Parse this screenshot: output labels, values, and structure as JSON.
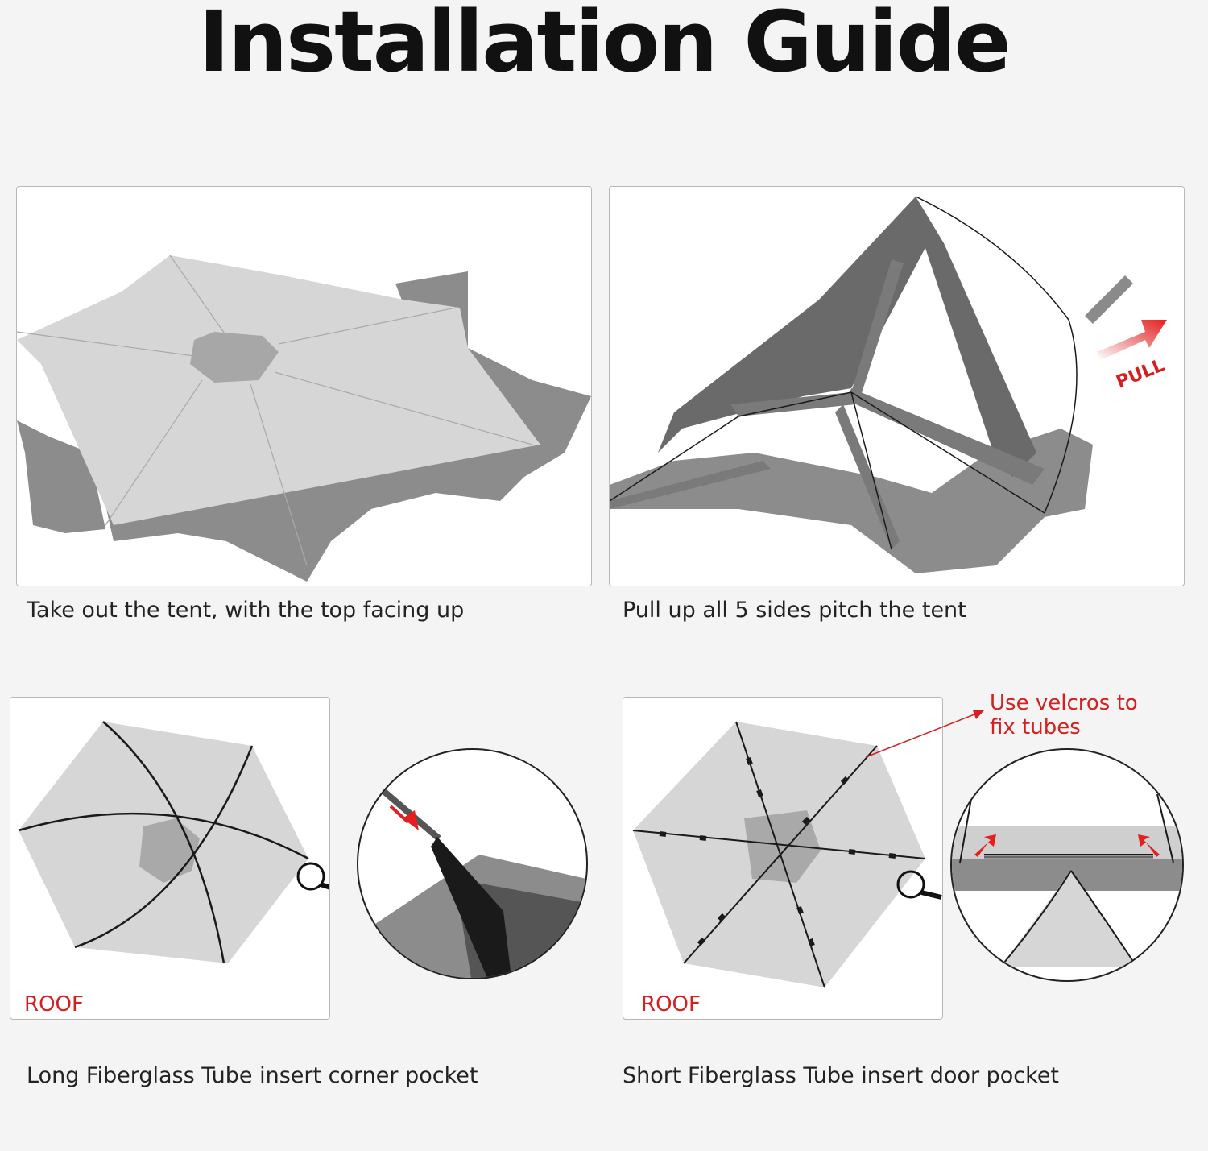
{
  "title": "Installation Guide",
  "steps": [
    {
      "caption": "Take out the tent, with the top facing up"
    },
    {
      "caption": "Pull up all 5 sides pitch the tent",
      "pull_label": "PULL"
    },
    {
      "caption": "Long Fiberglass Tube insert corner pocket",
      "roof_label": "ROOF"
    },
    {
      "caption": "Short Fiberglass Tube insert door pocket",
      "roof_label": "ROOF",
      "callout_line1": "Use velcros to",
      "callout_line2": "fix tubes"
    }
  ],
  "colors": {
    "accent": "#d42020",
    "tent_light": "#d6d6d6",
    "tent_dark": "#8a8a8a",
    "tube": "#1a1a1a"
  }
}
